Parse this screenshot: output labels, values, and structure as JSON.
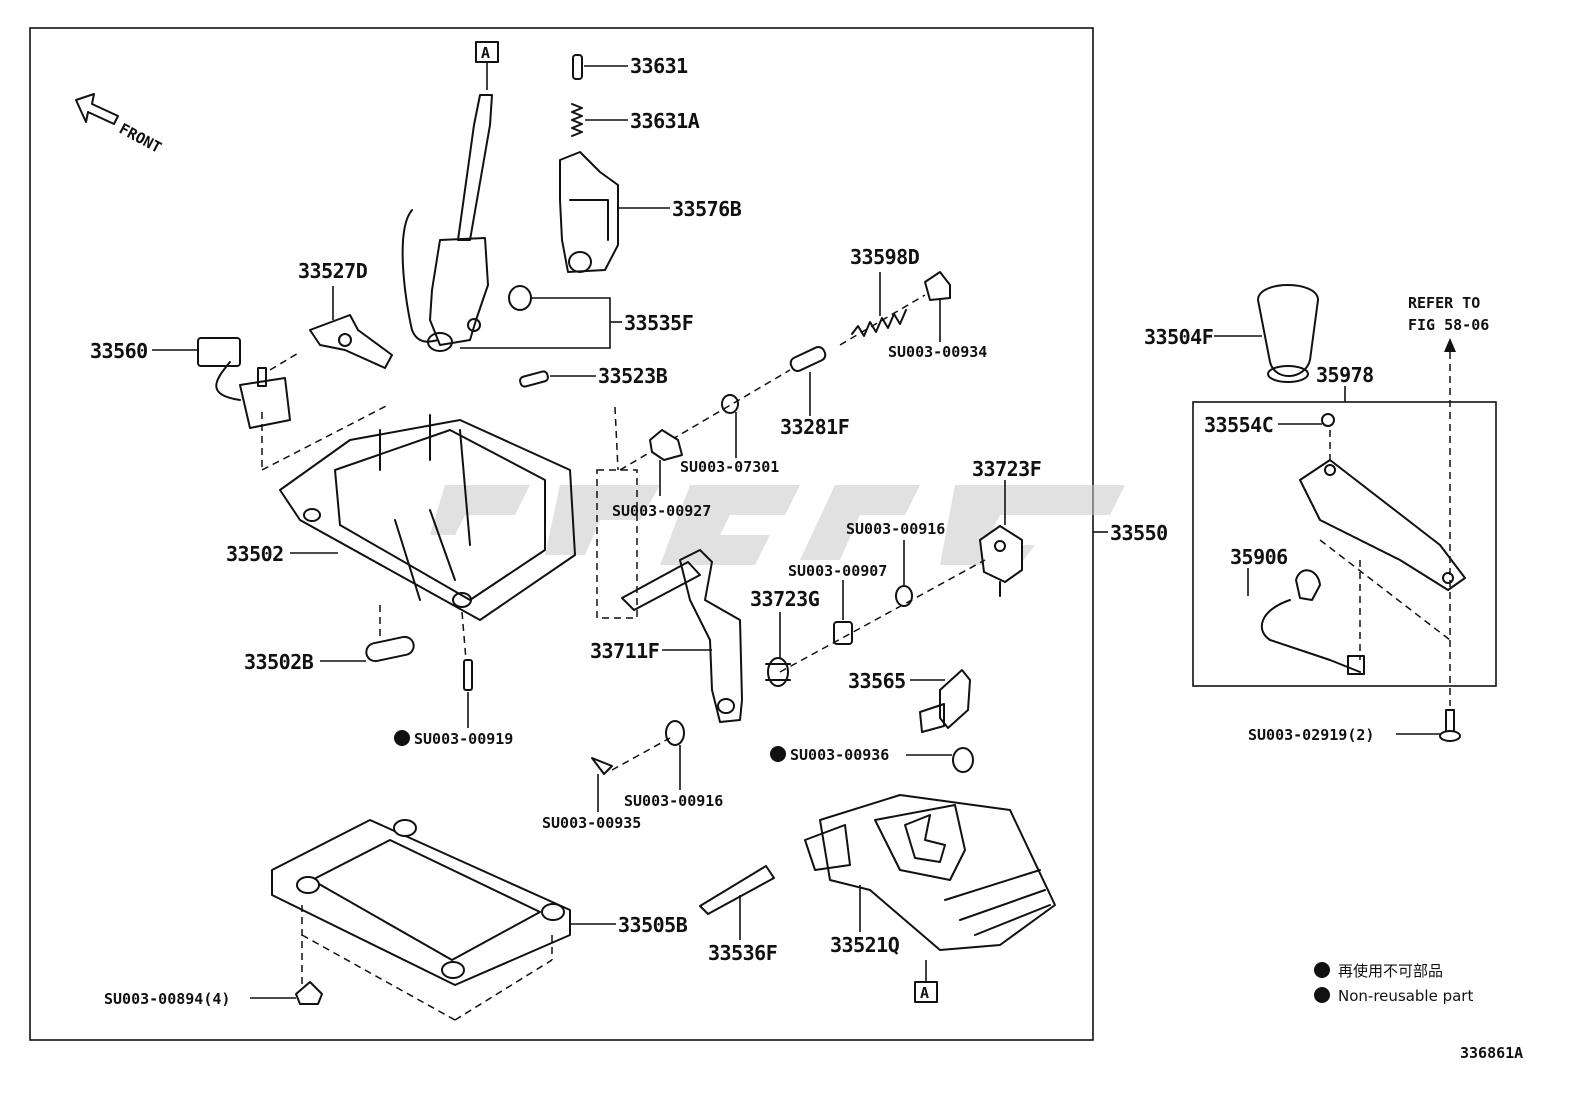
{
  "labels": {
    "front": "FRONT",
    "box_a": "A",
    "p33631": "33631",
    "p33631a": "33631A",
    "p33576b": "33576B",
    "p33527d": "33527D",
    "p33535f": "33535F",
    "p33560": "33560",
    "p33523b": "33523B",
    "p33598d": "33598D",
    "su00934": "SU003-00934",
    "p33281f": "33281F",
    "su07301": "SU003-07301",
    "su00927": "SU003-00927",
    "p33502": "33502",
    "p33723f": "33723F",
    "su00916a": "SU003-00916",
    "p33550": "33550",
    "su00907": "SU003-00907",
    "p33723g": "33723G",
    "p33711f": "33711F",
    "p33502b": "33502B",
    "su00919": "SU003-00919",
    "p33565": "33565",
    "su00936": "SU003-00936",
    "su00935": "SU003-00935",
    "su00916b": "SU003-00916",
    "p33505b": "33505B",
    "p33536f": "33536F",
    "p33521q": "33521Q",
    "su00894": "SU003-00894(4)",
    "p33504f": "33504F",
    "refer_line1": "REFER TO",
    "refer_line2": "FIG 58-06",
    "p35978": "35978",
    "p33554c": "33554C",
    "p35906": "35906",
    "su02919": "SU003-02919(2)"
  },
  "legend": {
    "jp": "再使用不可部品",
    "en": "Non-reusable part"
  },
  "figure_id": "336861A",
  "colors": {
    "ink": "#111111",
    "paper": "#ffffff",
    "watermark": "#c9c9c9"
  }
}
